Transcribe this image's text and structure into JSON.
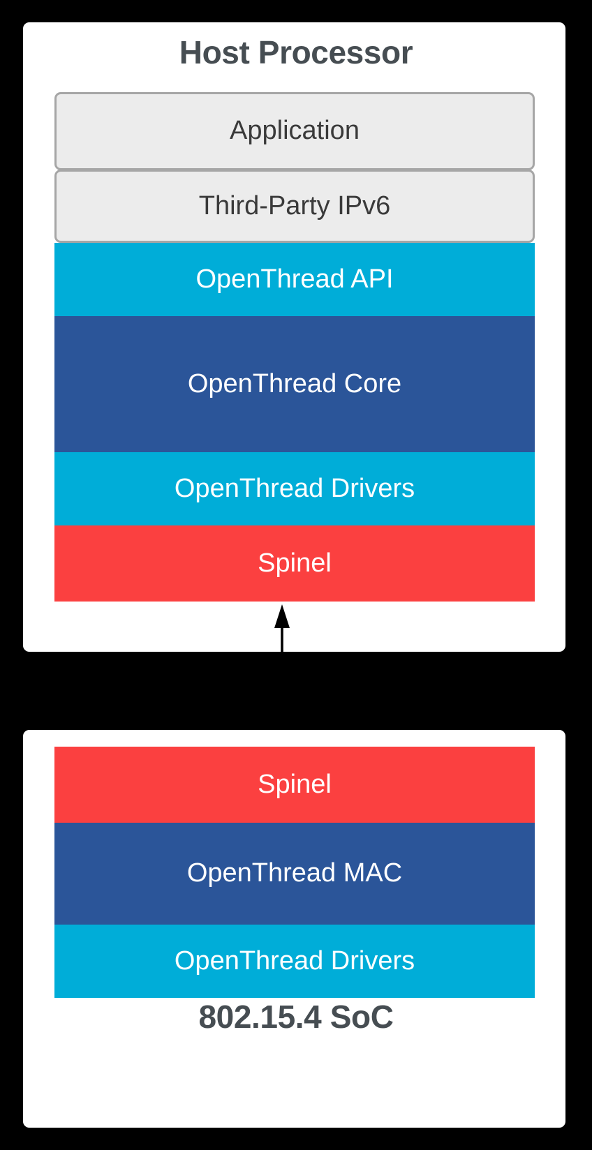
{
  "diagram": {
    "background_color": "#000000",
    "panels": [
      {
        "id": "host",
        "title": "Host Processor",
        "title_position": "top",
        "layers": [
          {
            "label": "Application",
            "style": "gray",
            "color": "#ececec"
          },
          {
            "label": "Third-Party IPv6",
            "style": "gray",
            "color": "#ececec"
          },
          {
            "label": "OpenThread API",
            "style": "solid",
            "color": "#00add8"
          },
          {
            "label": "OpenThread Core",
            "style": "solid",
            "color": "#2b5599"
          },
          {
            "label": "OpenThread Drivers",
            "style": "solid",
            "color": "#00add8"
          },
          {
            "label": "Spinel",
            "style": "solid",
            "color": "#fb4040"
          }
        ]
      },
      {
        "id": "soc",
        "title": "802.15.4 SoC",
        "title_position": "bottom",
        "layers": [
          {
            "label": "Spinel",
            "style": "solid",
            "color": "#fb4040"
          },
          {
            "label": "OpenThread MAC",
            "style": "solid",
            "color": "#2b5599"
          },
          {
            "label": "OpenThread Drivers",
            "style": "solid",
            "color": "#00add8"
          }
        ]
      }
    ],
    "connector": {
      "name": "spinel-link",
      "kind": "double-headed-arrow",
      "orientation": "vertical",
      "color": "#000000",
      "from": "Spinel (Host Processor)",
      "to": "Spinel (802.15.4 SoC)"
    },
    "palette": {
      "cyan": "#00add8",
      "dark_blue": "#2b5599",
      "red": "#fb4040",
      "gray_fill": "#ececec",
      "gray_border": "#a6a6a6",
      "title_text": "#464d52",
      "gray_text": "#3a3a3a",
      "solid_text": "#ffffff",
      "card_bg": "#ffffff"
    }
  }
}
